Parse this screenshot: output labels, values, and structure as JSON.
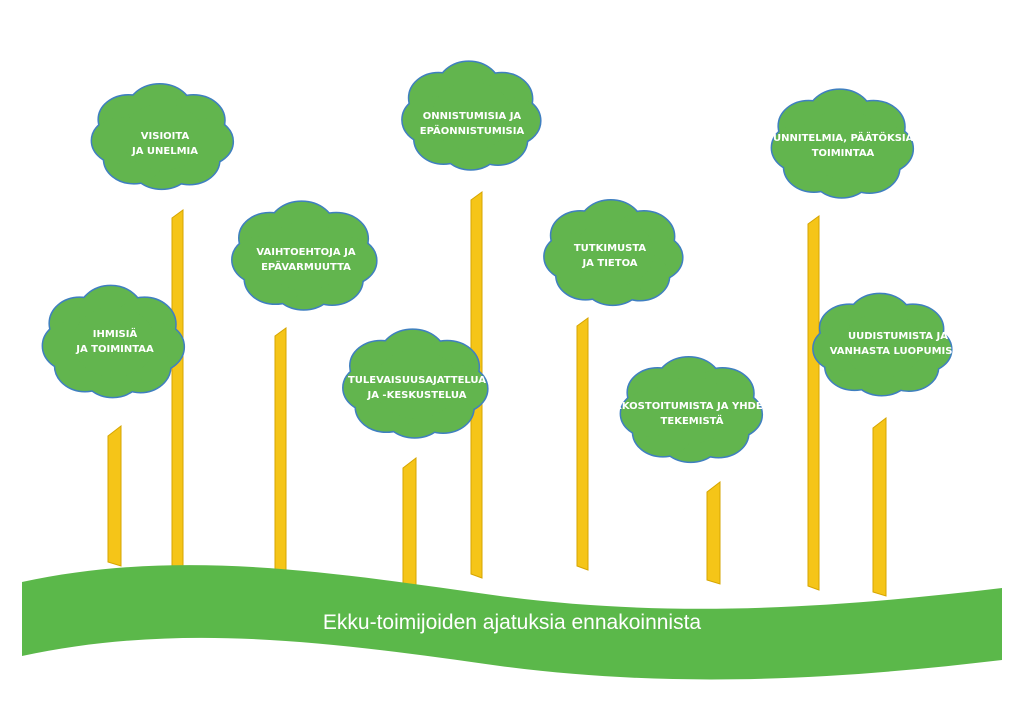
{
  "colors": {
    "cloud": "#62b54e",
    "cloud_edge": "#3f7fc0",
    "trunk": "#f5c518",
    "trunk_edge": "#d6a500",
    "banner": "#5bb84a"
  },
  "banner": {
    "text": "Ekku-toimijoiden ajatuksia ennakoinnista"
  },
  "trees": [
    {
      "label": "VISIOITA\nJA UNELMIA"
    },
    {
      "label": "ONNISTUMISIA JA\nEPÄONNISTUMISIA"
    },
    {
      "label": "SUUNNITELMIA, PÄÄTÖKSIÄ JA\nTOIMINTAA"
    },
    {
      "label": "VAIHTOEHTOJA JA\nEPÄVARMUUTTA"
    },
    {
      "label": "TUTKIMUSTA\nJA TIETOA"
    },
    {
      "label": "IHMISIÄ\nJA TOIMINTAA"
    },
    {
      "label": "UUDISTUMISTA JA\nVANHASTA LUOPUMISTA"
    },
    {
      "label": "TULEVAISUUSAJATTELUA\nJA -KESKUSTELUA"
    },
    {
      "label": "VERKOSTOITUMISTA JA YHDESSÄ\nTEKEMISTÄ"
    }
  ]
}
